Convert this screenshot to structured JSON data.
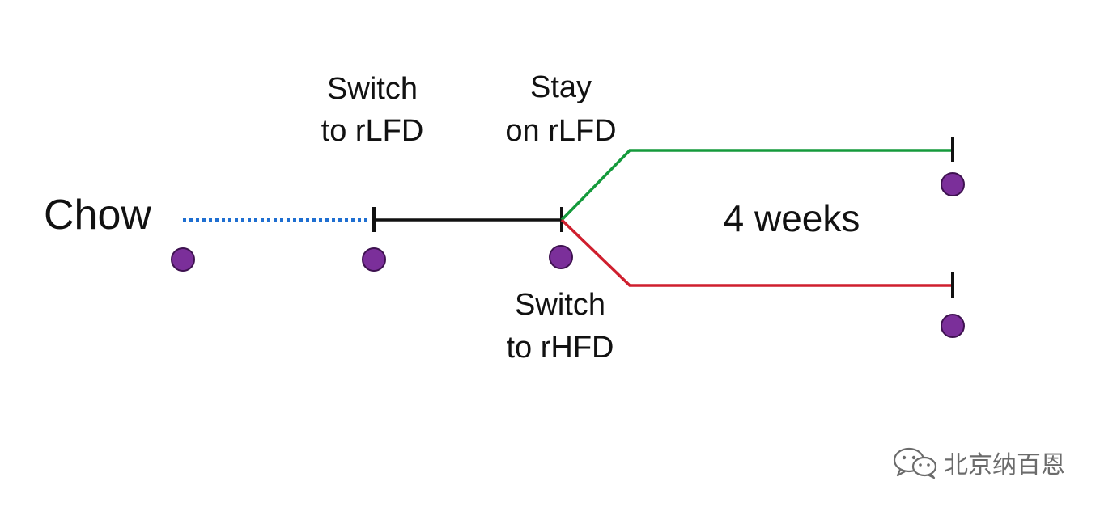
{
  "labels": {
    "start": "Chow",
    "switch_lfd": [
      "Switch",
      "to rLFD"
    ],
    "stay_lfd": [
      "Stay",
      "on rLFD"
    ],
    "switch_hfd": [
      "Switch",
      "to rHFD"
    ],
    "duration": "4 weeks"
  },
  "watermark": {
    "text": "北京纳百恩",
    "icon": "wechat-icon"
  },
  "colors": {
    "chow_line": "#1f6fd1",
    "base_line": "#111111",
    "lfd_branch": "#159a3c",
    "hfd_branch": "#cf1f2e",
    "timepoint": "#7b2f9a",
    "timepoint_stroke": "#3e1250",
    "text": "#111111",
    "watermark": "#6b6b6b"
  }
}
